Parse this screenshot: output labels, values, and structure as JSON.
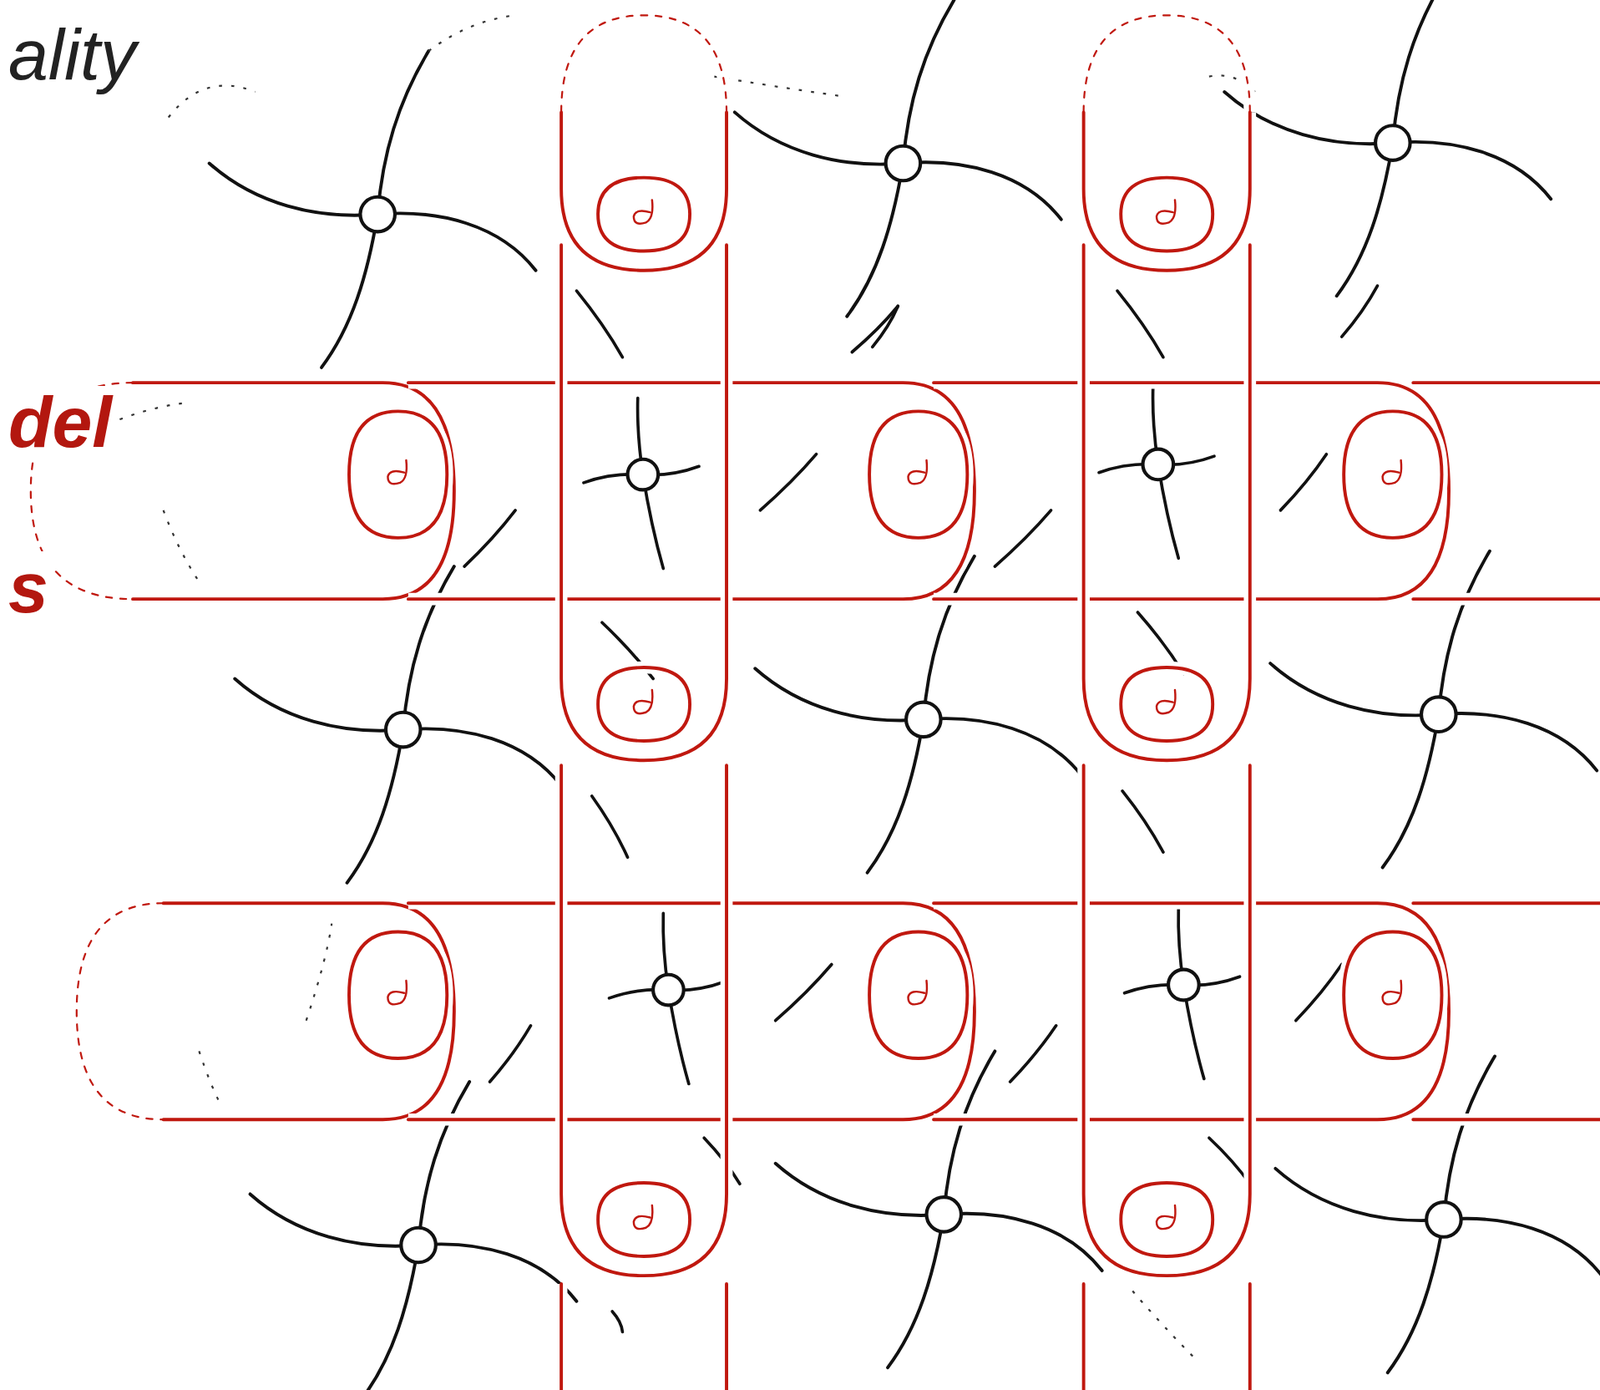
{
  "diagram": {
    "labels": [
      "ality",
      "del",
      "s"
    ]
  }
}
